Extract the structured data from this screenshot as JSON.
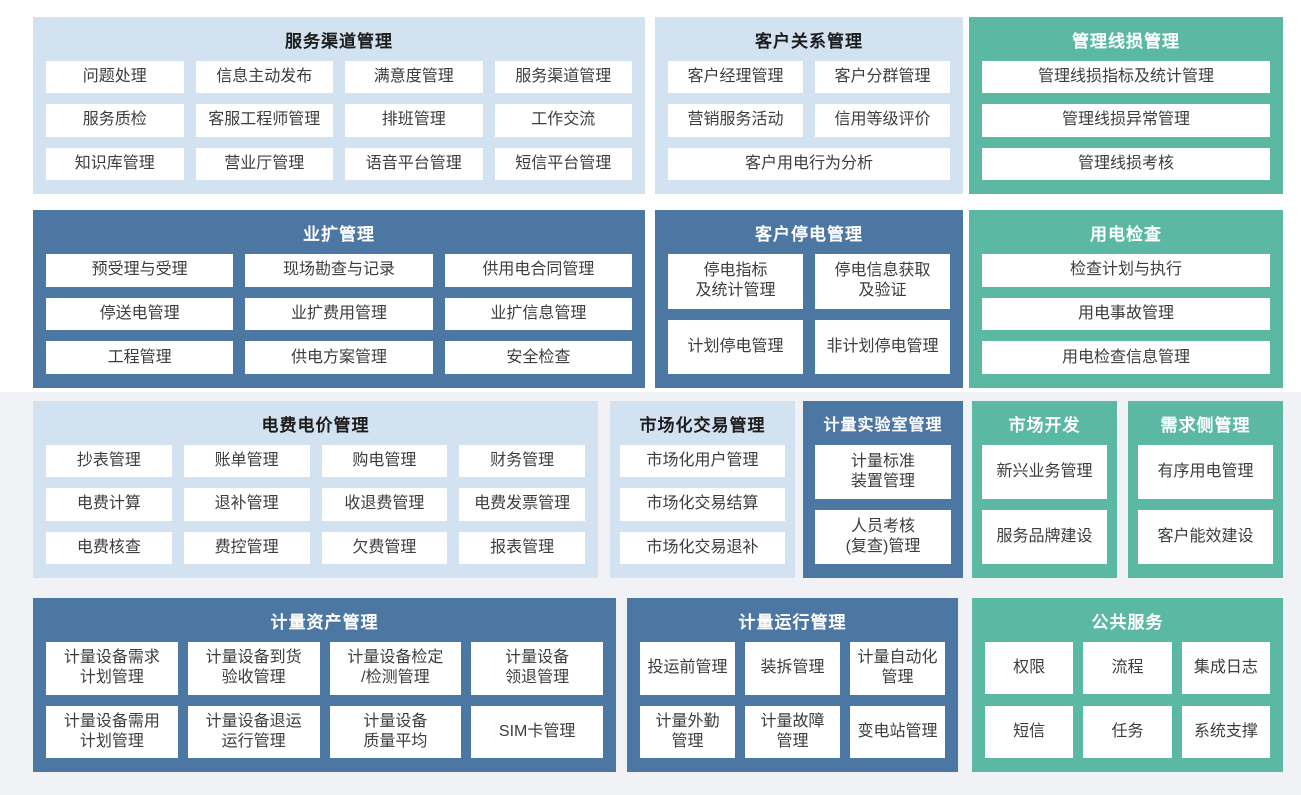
{
  "colors": {
    "panel-light": "#d2e2f0",
    "panel-dark": "#4d77a3",
    "panel-teal": "#5ab8a3",
    "bg-lower": "#f0f2f5"
  },
  "panels": [
    {
      "title": "服务渠道管理",
      "items": [
        "问题处理",
        "信息主动发布",
        "满意度管理",
        "服务渠道管理",
        "服务质检",
        "客服工程师管理",
        "排班管理",
        "工作交流",
        "知识库管理",
        "营业厅管理",
        "语音平台管理",
        "短信平台管理"
      ]
    },
    {
      "title": "客户关系管理",
      "items": [
        "客户经理管理",
        "客户分群管理",
        "营销服务活动",
        "信用等级评价",
        "客户用电行为分析"
      ]
    },
    {
      "title": "管理线损管理",
      "items": [
        "管理线损指标及统计管理",
        "管理线损异常管理",
        "管理线损考核"
      ]
    },
    {
      "title": "业扩管理",
      "items": [
        "预受理与受理",
        "现场勘查与记录",
        "供用电合同管理",
        "停送电管理",
        "业扩费用管理",
        "业扩信息管理",
        "工程管理",
        "供电方案管理",
        "安全检查"
      ]
    },
    {
      "title": "客户停电管理",
      "items": [
        "停电指标\n及统计管理",
        "停电信息获取\n及验证",
        "计划停电管理",
        "非计划停电管理"
      ]
    },
    {
      "title": "用电检查",
      "items": [
        "检查计划与执行",
        "用电事故管理",
        "用电检查信息管理"
      ]
    },
    {
      "title": "电费电价管理",
      "items": [
        "抄表管理",
        "账单管理",
        "购电管理",
        "财务管理",
        "电费计算",
        "退补管理",
        "收退费管理",
        "电费发票管理",
        "电费核查",
        "费控管理",
        "欠费管理",
        "报表管理"
      ]
    },
    {
      "title": "市场化交易管理",
      "items": [
        "市场化用户管理",
        "市场化交易结算",
        "市场化交易退补"
      ]
    },
    {
      "title": "计量实验室管理",
      "items": [
        "计量标准\n装置管理",
        "人员考核\n(复查)管理"
      ]
    },
    {
      "title": "市场开发",
      "items": [
        "新兴业务管理",
        "服务品牌建设"
      ]
    },
    {
      "title": "需求侧管理",
      "items": [
        "有序用电管理",
        "客户能效建设"
      ]
    },
    {
      "title": "计量资产管理",
      "items": [
        "计量设备需求\n计划管理",
        "计量设备到货\n验收管理",
        "计量设备检定\n/检测管理",
        "计量设备\n领退管理",
        "计量设备需用\n计划管理",
        "计量设备退运\n运行管理",
        "计量设备\n质量平均",
        "SIM卡管理"
      ]
    },
    {
      "title": "计量运行管理",
      "items": [
        "投运前管理",
        "装拆管理",
        "计量自动化\n管理",
        "计量外勤\n管理",
        "计量故障\n管理",
        "变电站管理"
      ]
    },
    {
      "title": "公共服务",
      "items": [
        "权限",
        "流程",
        "集成日志",
        "短信",
        "任务",
        "系统支撑"
      ]
    }
  ]
}
